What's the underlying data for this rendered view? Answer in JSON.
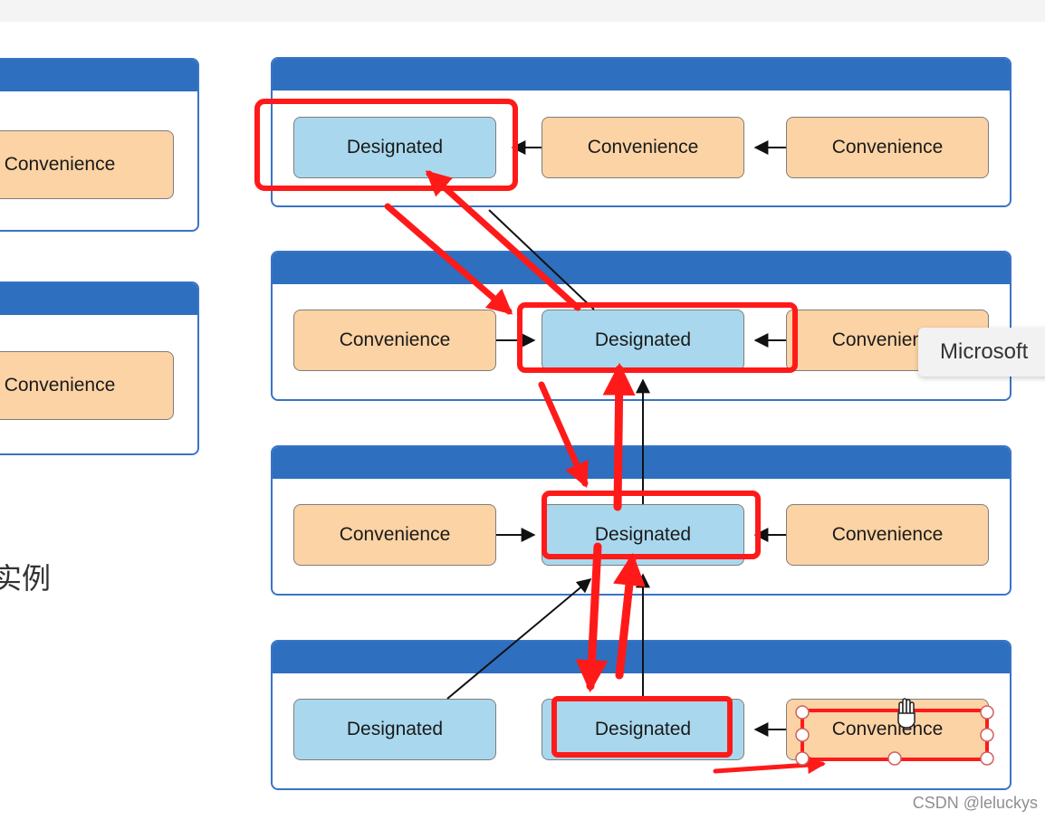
{
  "labels": {
    "convenience": "Convenience",
    "designated": "Designated"
  },
  "side_caption": "实例",
  "tooltip": "Microsoft",
  "watermark": "CSDN @leluckys",
  "colors": {
    "panel_header": "#2e6fbf",
    "convenience_fill": "#fcd3a4",
    "designated_fill": "#a9d8ee",
    "annotation_red": "#ff1a1a"
  }
}
